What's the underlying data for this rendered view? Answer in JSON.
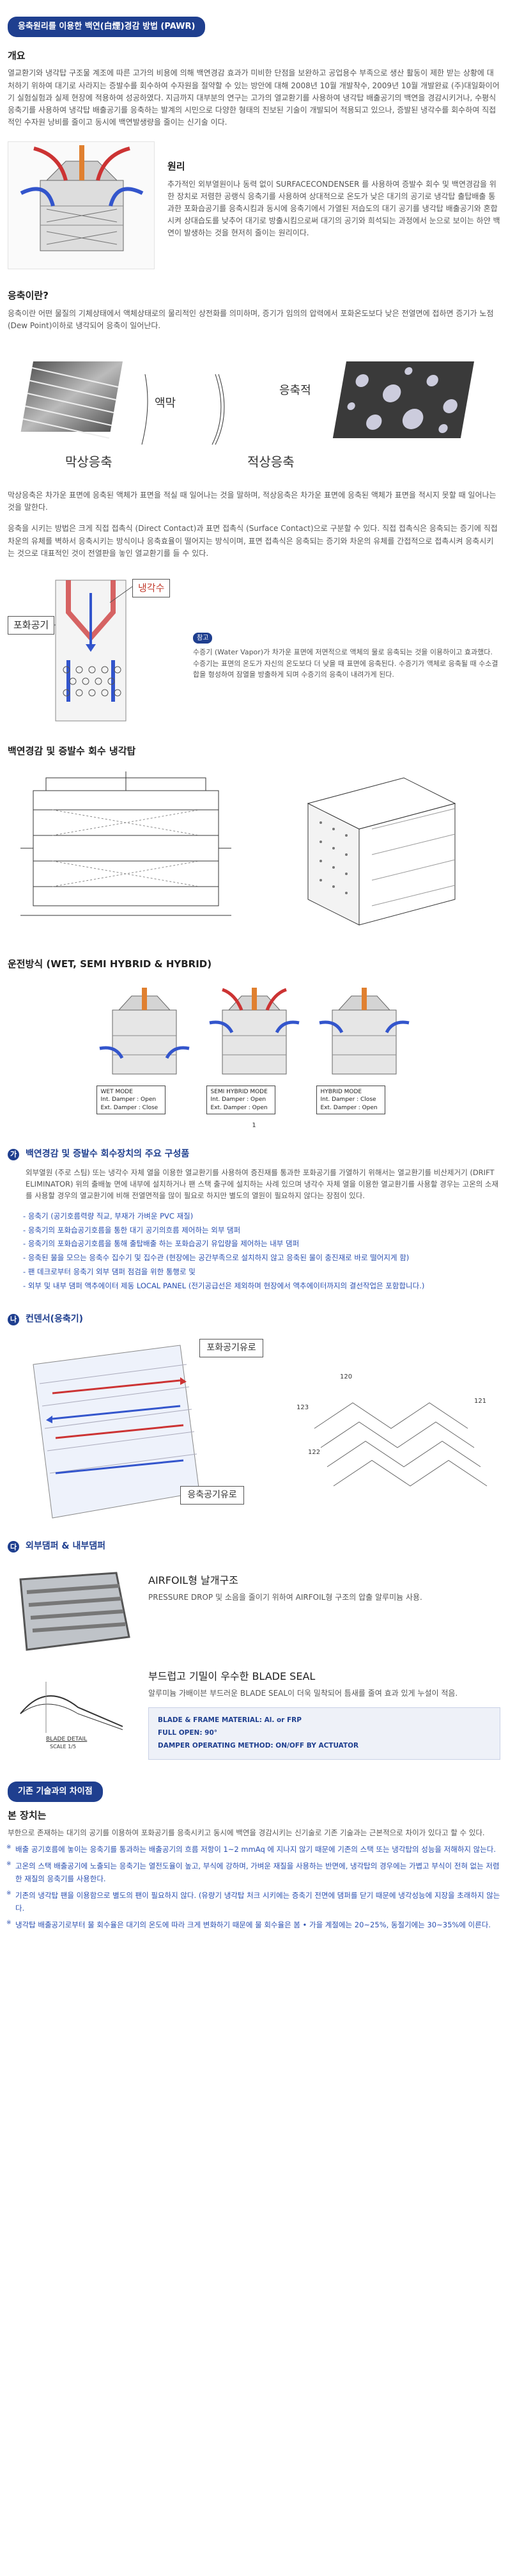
{
  "header": {
    "title": "응축원리를 이용한 백연(白煙)경감 방법 (PAWR)"
  },
  "overview": {
    "title": "개요",
    "body": "열교환기와 냉각탑 구조물 계조에 따른 고가의 비용에 의해 백연경감 효과가 미비한 단점을 보완하고 공업용수 부족으로 생산 활동이 제한 받는 상황에 대처하기 위하여 대기로 사라지는 증발수를 회수하여 수자원을 절약할 수 있는 방안에 대해 2008년 10월 개발착수, 2009년 10월 개발완료 (주)대일화이어기 실험실험과 실제 현장에 적용하여 성공하였다. 지금까지 대부분의 연구는 고가의 열교환기를 사용하여 냉각탑 배출공기의 백연을 경감시키거나, 수평식 응축기를 사용하여 냉각탑 배출공기를 응축하는 발계의 시민으로 다양한 형태의 진보된 기술이 개발되어 적용되고 있으나, 증발된 냉각수를 회수하여 직접적인 수자원 낭비를 줄이고 동시에 백연발생량을 줄이는 신기술 이다."
  },
  "principle": {
    "title": "원리",
    "body": "추가적인 외부열원이나 동력 없이 SURFACECONDENSER 를 사용하여 증발수 회수 및 백연경감을 위한 장치로 저렴한 공랭식 응축기를 사용하여 상대적으로 온도가 낮은 대기의 공기로 냉각탑 출탑배출 통과한 포화습공기를 응축시킴과 동시에 응축기에서 가열된 저습도의 대기 공기를 냉각탑 배출공기와 혼합시켜 상대습도를 낮추어 대기로 방출시킴으로써 대기의 공기와 희석되는 과정에서 눈으로 보이는 하얀 백연이 발생하는 것을 현저히 줄이는 원리이다."
  },
  "condensation": {
    "title": "응축이란?",
    "body": "응축이란 어떤 물질의 기체상태에서 액체상태로의 물리적인 상전화를 의미하며, 증기가 임의의 압력에서 포화온도보다 낮은 전열면에 접하면 증기가 노점 (Dew Point)이하로 냉각되어 응축이 일어난다.",
    "label_liquid": "액막",
    "label_film": "막상응축",
    "label_drop_top": "응축적",
    "label_drop": "적상응축",
    "body2": "막상응축은 차가운 표면에 응축된 액체가 표면을 적실 때 일어나는 것을 말하며, 적상응축은 차가운 표면에 응축된 액체가 표면을 적시지 못할 때 일어나는 것을 말한다.",
    "body3": "응축을 시키는 방법은 크게 직접 접촉식 (Direct Contact)과 표면 접촉식 (Surface Contact)으로 구분할 수 있다. 직접 접촉식은 응축되는 증기에 직접 차운의 유체를 벽하서 응축시키는 방식이나 응축효율이 떨어지는 방식이며, 표면 접촉식은 응축되는 증기와 차운의 유체를 간접적으로 접촉시켜 응축시키는 것으로 대표적인 것이 전열판을 놓인 열교환기를 들 수 있다.",
    "callout_cold": "냉각수",
    "callout_vapor": "포화공기",
    "note_tag": "참고",
    "note": "수증기 (Water Vapor)가 차가운 표면에 저면적으로 액체의 물로 응축되는 것을 이용하이고 효과했다. 수증기는 표면의 온도가 자신의 온도보다 더 낮을 때 표면에 응축된다. 수증기가 액체로 응축될 때 수소결합을 형성하여 잠열을 방출하게 되며 수증기의 응축이 내려가게 된다."
  },
  "recovery": {
    "title": "백연경감 및 증발수 회수 냉각탑"
  },
  "operation": {
    "title": "운전방식 (WET, SEMI HYBRID & HYBRID)",
    "modes": [
      {
        "mode": "WET MODE",
        "l1": "Int. Damper : Open",
        "l2": "Ext. Damper : Close"
      },
      {
        "mode": "SEMI HYBRID MODE",
        "l1": "Int. Damper : Open",
        "l2": "Ext. Damper : Open"
      },
      {
        "mode": "HYBRID MODE",
        "l1": "Int. Damper : Close",
        "l2": "Ext. Damper : Open"
      }
    ],
    "page_no": "1"
  },
  "components": {
    "num": "가",
    "title": "백연경감 및 증발수 회수장치의 주요 구성품",
    "body": "외부열원 (주로 스팀) 또는 냉각수 자체 열을 이용한 열교환기를 사용하여 증진재를 통과한 포화공기를 가열하기 위해서는 열교환기를 비산제거기 (DRIFT ELIMINATOR) 위의 출배높 면에 내부에 설치하거나 팬 스택 출구에 설치하는 사례 있으며 냉각수 자체 열을 이용한 열교환기를 사용할 경우는 고온의 소재를 사용할 경우의 열교환기에 비해 전열면적을 많이 필요로 하지만 별도의 열원이 필요하지 않다는 장점이 있다.",
    "items": [
      "응축기 (공기호름력량 직교, 부재가 가벼운 PVC 재질)",
      "응축기의 포화습공기호름을 통한 대기 공기의흐름 제어하는 외부 댐퍼",
      "응축기의 포화습공기호름을 통해 출탑배출 하는 포화습공기 유입량을 제어하는 내부 댐퍼",
      "응축된 물을 모으는 응축수 집수기 및 집수관 (현장에는 공간부족으로 설치하지 않고 응축된 물이 충진재로 바로 떨어지게 함)",
      "팬 데크로부터 응축기 외부 댐퍼 점검을 위한 통행로 및",
      "외부 및 내부 댐퍼 액추에이터 제동 LOCAL PANEL (전기공급선은 제외하며 현장에서 액추에이터까지의 결선작업은 포함합니다.)"
    ]
  },
  "condenser": {
    "num": "나",
    "title": "컨덴서(응축기)",
    "callout_top": "포화공기유로",
    "callout_bottom": "응축공기유로",
    "labels": {
      "l120": "120",
      "l121": "121",
      "l122": "122",
      "l123": "123"
    }
  },
  "damper": {
    "num": "다",
    "title": "외부댐퍼 & 내부댐퍼",
    "airfoil_title": "AIRFOIL형 날개구조",
    "airfoil_body": "PRESSURE DROP 및 소음을 줄이기 위하여 AIRFOIL형 구조의 압출 알루미늄 사용.",
    "seal_title": "부드럽고 기밀이 우수한 BLADE SEAL",
    "seal_body": "알루미늄 가배이븐 부드러운 BLADE SEAL이 더욱 밀착되어 틈새를 줄여 효과 있게 누설이 적음.",
    "detail_label": "BLADE DETAIL",
    "detail_scale": "SCALE 1/5",
    "specs": [
      "BLADE & FRAME MATERIAL: Al. or FRP",
      "FULL OPEN: 90°",
      "DAMPER OPERATING METHOD: ON/OFF BY ACTUATOR"
    ]
  },
  "difference": {
    "title": "기존 기술과의 차이점",
    "subtitle": "본 장치는",
    "intro": "부한으로 존재하는 대기의 공기를 이용하여 포화공기를 응축시키고 동시에 백연을 경감시키는 신기술로 기존 기술과는 근본적으로 차이가 있다고 할 수 있다.",
    "items": [
      "배출 공기호름에 놓이는 응축기를 통과하는 배출공기의 흐름 저항이 1~2 mmAq 에 지나지 않기 때문에 기존의 스택 또는 냉각탑의 성능을 저해하지 않는다.",
      "고온의 스택 배출공기에 노출되는 응축기는 열전도율이 높고, 부식에 강하며, 가벼운 재질을 사용하는 반면에, 냉각탑의 경우에는 가볍고 부식이 전혀 없는 저렴한 재질의 응축기를 사용한다.",
      "기존의 냉각탑 팬을 이용함으로 별도의 팬이 필요하지 않다. (유량기 냉각탑 처크 시키에는 증축기 전면에 댐퍼를 닫기 때문에 냉각성능에 지장을 초래하지 않는다.",
      "냉각탑 배출공기로부터 물 회수율은 대기의 온도에 따라 크게 변화하기 때문에 물 회수율은 봄 • 가을 계절에는 20~25%, 동절기에는 30~35%에 이른다."
    ]
  }
}
